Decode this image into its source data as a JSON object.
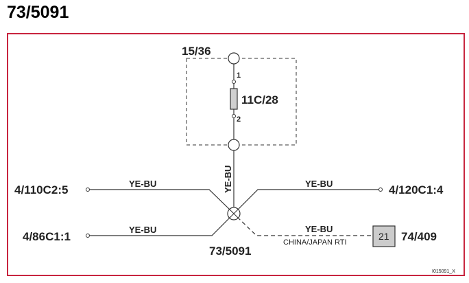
{
  "title": "73/5091",
  "ground_label": "15/36",
  "fuse": {
    "label": "11C/28",
    "pin_top": "1",
    "pin_bottom": "2"
  },
  "splice": {
    "label": "73/5091",
    "vertical_wire_color": "YE-BU"
  },
  "connectors": {
    "left_top": {
      "label": "4/110C2:5",
      "wire_color": "YE-BU"
    },
    "left_bottom": {
      "label": "4/86C1:1",
      "wire_color": "YE-BU"
    },
    "right_top": {
      "label": "4/120C1:4",
      "wire_color": "YE-BU"
    },
    "right_bottom": {
      "label": "74/409",
      "wire_color": "YE-BU",
      "box_number": "21",
      "note": "CHINA/JAPAN RTI"
    }
  },
  "ref_code": "I015091_X",
  "colors": {
    "frame": "#c8253f",
    "box_fill": "#cccccc"
  }
}
